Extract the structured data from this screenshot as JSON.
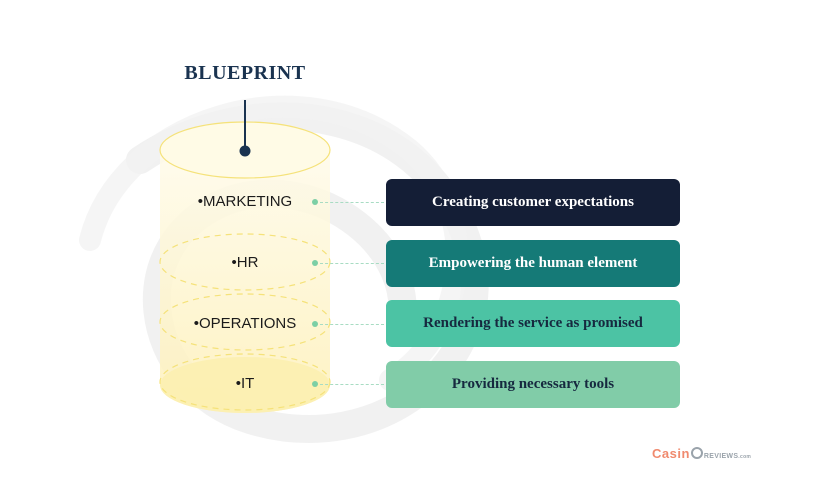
{
  "title": "BLUEPRINT",
  "layers": [
    {
      "label": "•MARKETING",
      "box_text": "Creating customer expectations",
      "box_color": "#141e36",
      "text_color": "#ffffff"
    },
    {
      "label": "•HR",
      "box_text": "Empowering the human element",
      "box_color": "#157a77",
      "text_color": "#ffffff"
    },
    {
      "label": "•OPERATIONS",
      "box_text": "Rendering the service as promised",
      "box_color": "#4cc3a4",
      "text_color": "#16293f"
    },
    {
      "label": "•IT",
      "box_text": "Providing necessary tools",
      "box_color": "#81cca8",
      "text_color": "#16293f"
    }
  ],
  "colors": {
    "cylinder_fill": "#fdf6d8",
    "cylinder_edge": "#f5e27a",
    "connector": "#7ccfa5",
    "title": "#1a3350"
  },
  "logo": {
    "brand": "Casin",
    "suffix": "REVIEWS",
    "tld": ".com"
  }
}
